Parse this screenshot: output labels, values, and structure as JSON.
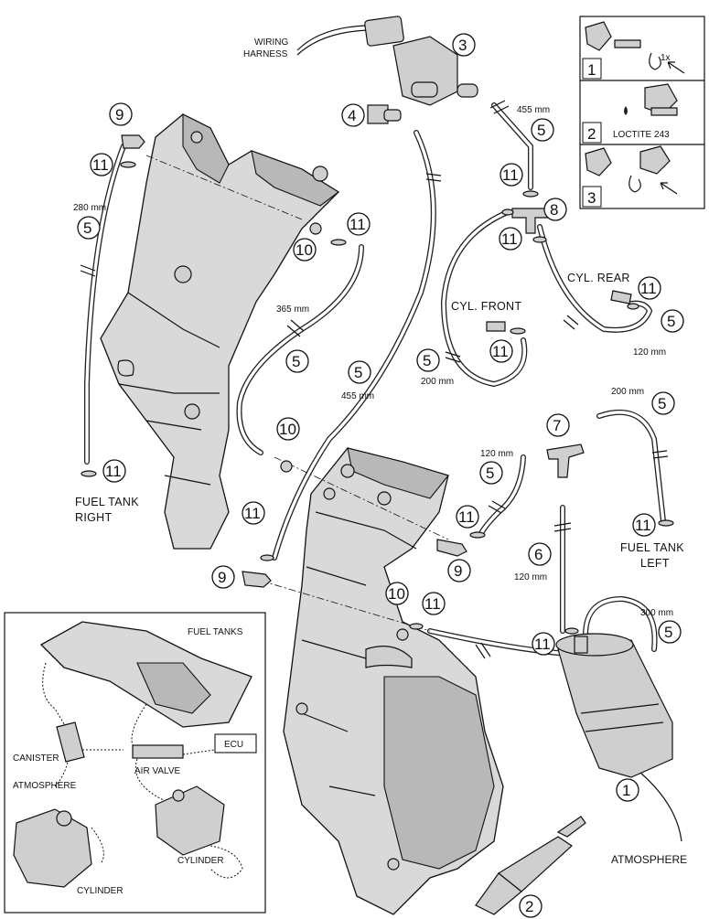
{
  "labels": {
    "wiring_harness_1": "WIRING",
    "wiring_harness_2": "HARNESS",
    "fuel_tank_right_1": "FUEL TANK",
    "fuel_tank_right_2": "RIGHT",
    "fuel_tank_left_1": "FUEL TANK",
    "fuel_tank_left_2": "LEFT",
    "cyl_front": "CYL. FRONT",
    "cyl_rear": "CYL. REAR",
    "atmosphere": "ATMOSPHERE"
  },
  "dimensions": {
    "d455_top": "455 mm",
    "d280": "280 mm",
    "d365": "365 mm",
    "d455_mid": "455 mm",
    "d200_front": "200 mm",
    "d120_rear": "120 mm",
    "d200_left": "200 mm",
    "d120_mid": "120 mm",
    "d120_hose6": "120 mm",
    "d300": "300 mm"
  },
  "callouts": {
    "c1": "1",
    "c2": "2",
    "c3": "3",
    "c4": "4",
    "c5": "5",
    "c6": "6",
    "c7": "7",
    "c8": "8",
    "c9": "9",
    "c10": "10",
    "c11": "11"
  },
  "legend": {
    "step1": "1",
    "step1_note": "1x",
    "step2": "2",
    "step2_note": "LOCTITE 243",
    "step3": "3"
  },
  "inset": {
    "fuel_tanks": "FUEL TANKS",
    "ecu": "ECU",
    "canister": "CANISTER",
    "air_valve": "AIR VALVE",
    "atmosphere": "ATMOSPHERE",
    "cylinder_1": "CYLINDER",
    "cylinder_2": "CYLINDER"
  }
}
